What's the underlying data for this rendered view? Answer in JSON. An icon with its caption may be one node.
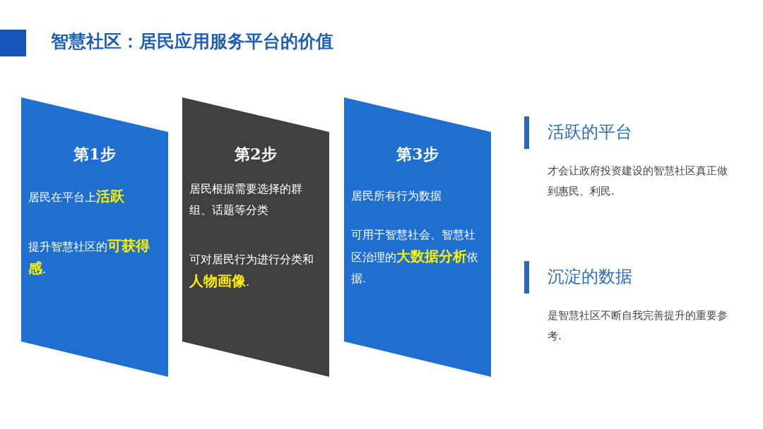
{
  "diagram": {
    "title": "智慧社区：居民应用服务平台的价值",
    "nodes": [
      {
        "text": [
          "第1步",
          "居民在平台上**活跃**",
          "提升智慧社区的**可获得感**."
        ]
      },
      {
        "text": [
          "第2步",
          "居民根据需要选择的群组、话题等分类",
          "可对居民行为进行分类和**人物画像**."
        ]
      },
      {
        "text": [
          "第3步",
          "居民所有行为数据",
          "可用于智慧社会、智慧社区治理的**大数据分析**依据."
        ]
      }
    ],
    "labels": [
      "活跃的平台",
      "才会让政府投资建设的智慧社区真正做到惠民、利民.",
      "沉淀的数据",
      "是智慧社区不断自我完善提升的重要参考."
    ]
  }
}
